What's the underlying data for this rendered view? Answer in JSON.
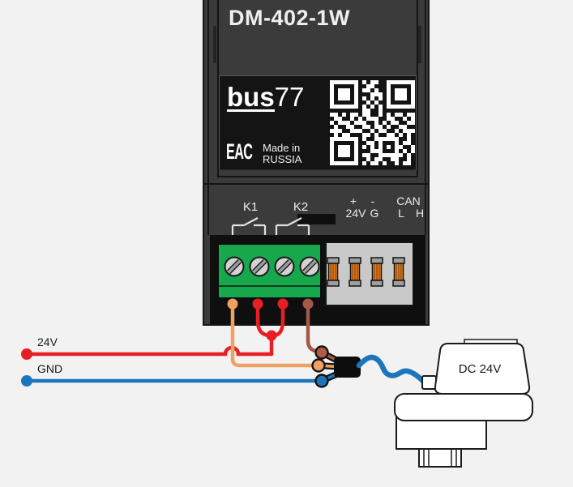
{
  "module": {
    "title": "DM-402-1W",
    "logo": {
      "bold": "bus",
      "rest": "77"
    },
    "certification": "EAC",
    "made_in": {
      "line1": "Made in",
      "line2": "RUSSIA"
    },
    "relays": [
      {
        "label": "K1"
      },
      {
        "label": "K2"
      }
    ],
    "terminal_labels": {
      "plus": "+",
      "minus": "-",
      "v24": "24V",
      "g": "G",
      "can": "CAN",
      "l": "L",
      "h": "H"
    },
    "qr_rows": [
      "111111101011001111111",
      "100000100110001000001",
      "101110101101001011101",
      "101110100011101011101",
      "101110101010101011101",
      "100000100101001000001",
      "111111101010101111111",
      "000000001100100000000",
      "110101101100101011011",
      "011001010111001100101",
      "101110111001010110011",
      "010011001101101001100",
      "111001110010110010111",
      "010110001101001101010",
      "111111101001111110010",
      "100000100110100010110",
      "101110101010101011001",
      "101110100011100010101",
      "101110101100111111010",
      "100000100101100110010",
      "111111101011010010110"
    ]
  },
  "wiring": {
    "supply_label": "24V",
    "ground_label": "GND",
    "colors": {
      "red": "#e81e25",
      "blue": "#1b76bd",
      "orange": "#f0a161",
      "brown": "#a3584a"
    }
  },
  "actuator": {
    "label": "DC 24V"
  },
  "palette": {
    "background": "#f2f2f2",
    "module_body": "#3b3b3b",
    "module_black": "#141414",
    "green_terminal": "#17a74d",
    "gray_terminal": "#c9c9c9",
    "terminal_orange": "#ef8320"
  }
}
